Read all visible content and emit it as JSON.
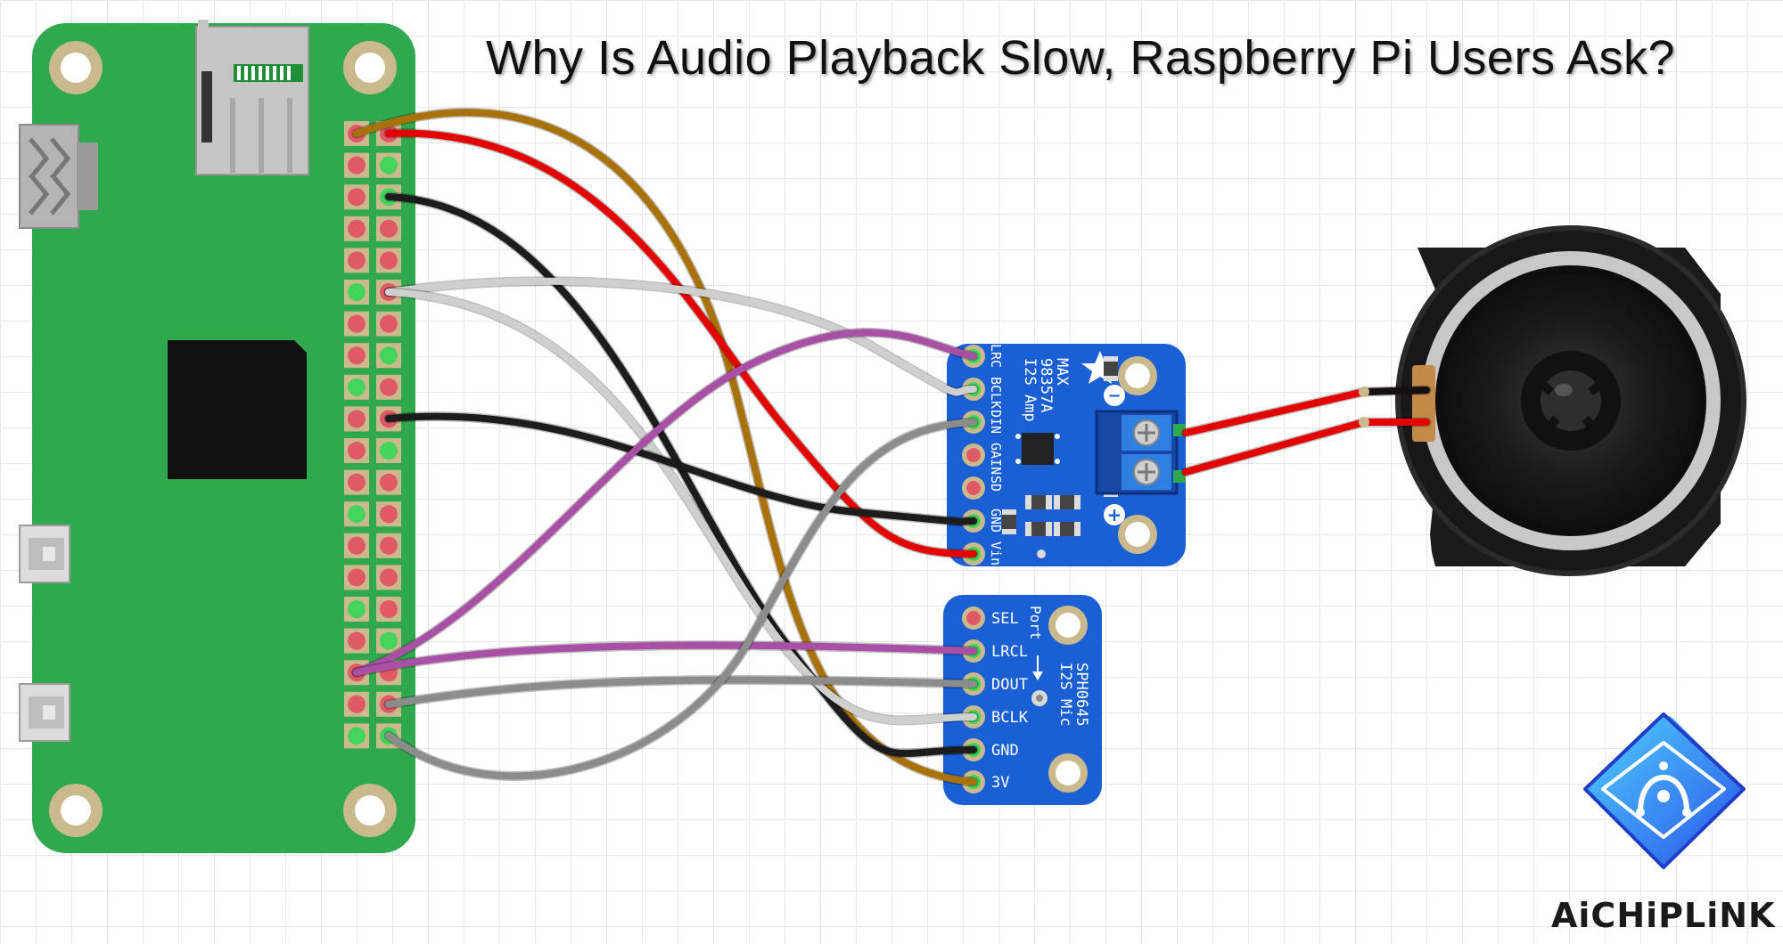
{
  "title": "Why Is Audio Playback Slow, Raspberry Pi Users Ask?",
  "brand": {
    "name": "AiCHiPLiNK",
    "icon": "aichiplink-logo-icon"
  },
  "amplifier": {
    "name_lines": [
      "MAX",
      "98357A",
      "I2S Amp"
    ],
    "pins": [
      "LRC",
      "BCLK",
      "DIN",
      "GAIN",
      "SD",
      "GND",
      "Vin"
    ],
    "terminals": [
      "−",
      "+"
    ]
  },
  "microphone": {
    "name_lines": [
      "SPH0645",
      "I2S Mic"
    ],
    "port_label": "Port",
    "pins": [
      "SEL",
      "LRCL",
      "DOUT",
      "BCLK",
      "GND",
      "3V"
    ]
  },
  "wire_colors": {
    "power_3v": "#a97208",
    "power_5v": "#e50000",
    "ground": "#1c1c1c",
    "bclk": "#cfcfcf",
    "lrc": "#a94fa5",
    "data": "#8c8c8c",
    "board": "#2fa84e",
    "breakout": "#1a5fd3"
  }
}
